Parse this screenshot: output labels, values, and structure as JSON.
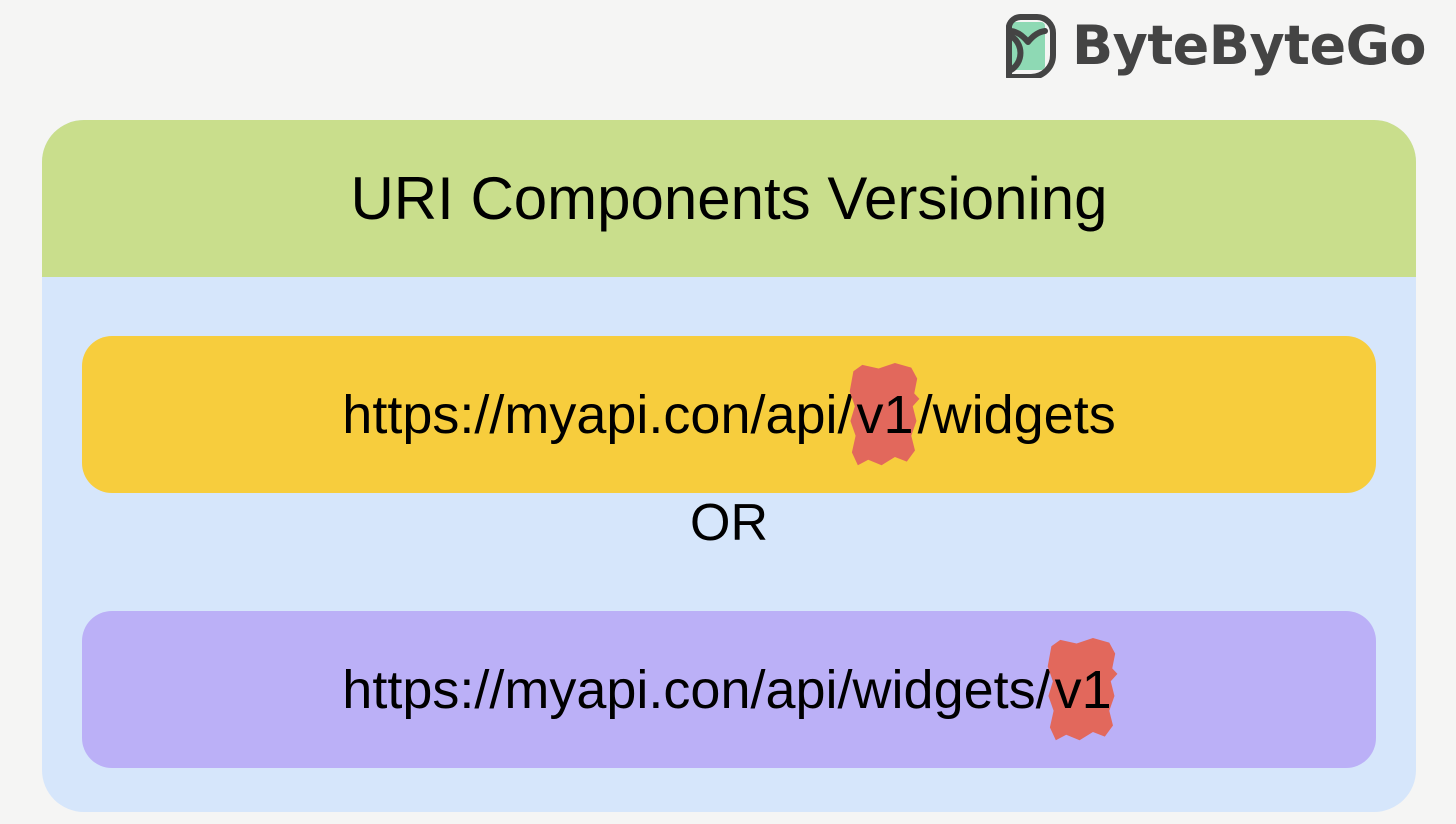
{
  "brand": {
    "name": "ByteByteGo",
    "logo_icon": "bytebytego-leaf-logo-icon",
    "logo_leaf_color": "#8ed9b4",
    "logo_outline_color": "#444444",
    "wordmark_color": "#444444"
  },
  "card": {
    "title": "URI Components Versioning",
    "header_color": "#c9de8c",
    "body_color": "#d6e6fb",
    "divider_label": "OR",
    "options": [
      {
        "id": "uri-path-version",
        "background_color": "#f7cd3d",
        "url_prefix": "https://myapi.con/api/",
        "version_segment": "v1",
        "url_suffix": "/widgets",
        "highlight_color": "#e2685c",
        "highlight_icon": "marker-highlight-icon"
      },
      {
        "id": "uri-trailing-version",
        "background_color": "#bbb0f7",
        "url_prefix": "https://myapi.con/api/widgets/",
        "version_segment": "v1",
        "url_suffix": "",
        "highlight_color": "#e2685c",
        "highlight_icon": "marker-highlight-icon"
      }
    ]
  },
  "page": {
    "background_color": "#f5f5f4"
  }
}
